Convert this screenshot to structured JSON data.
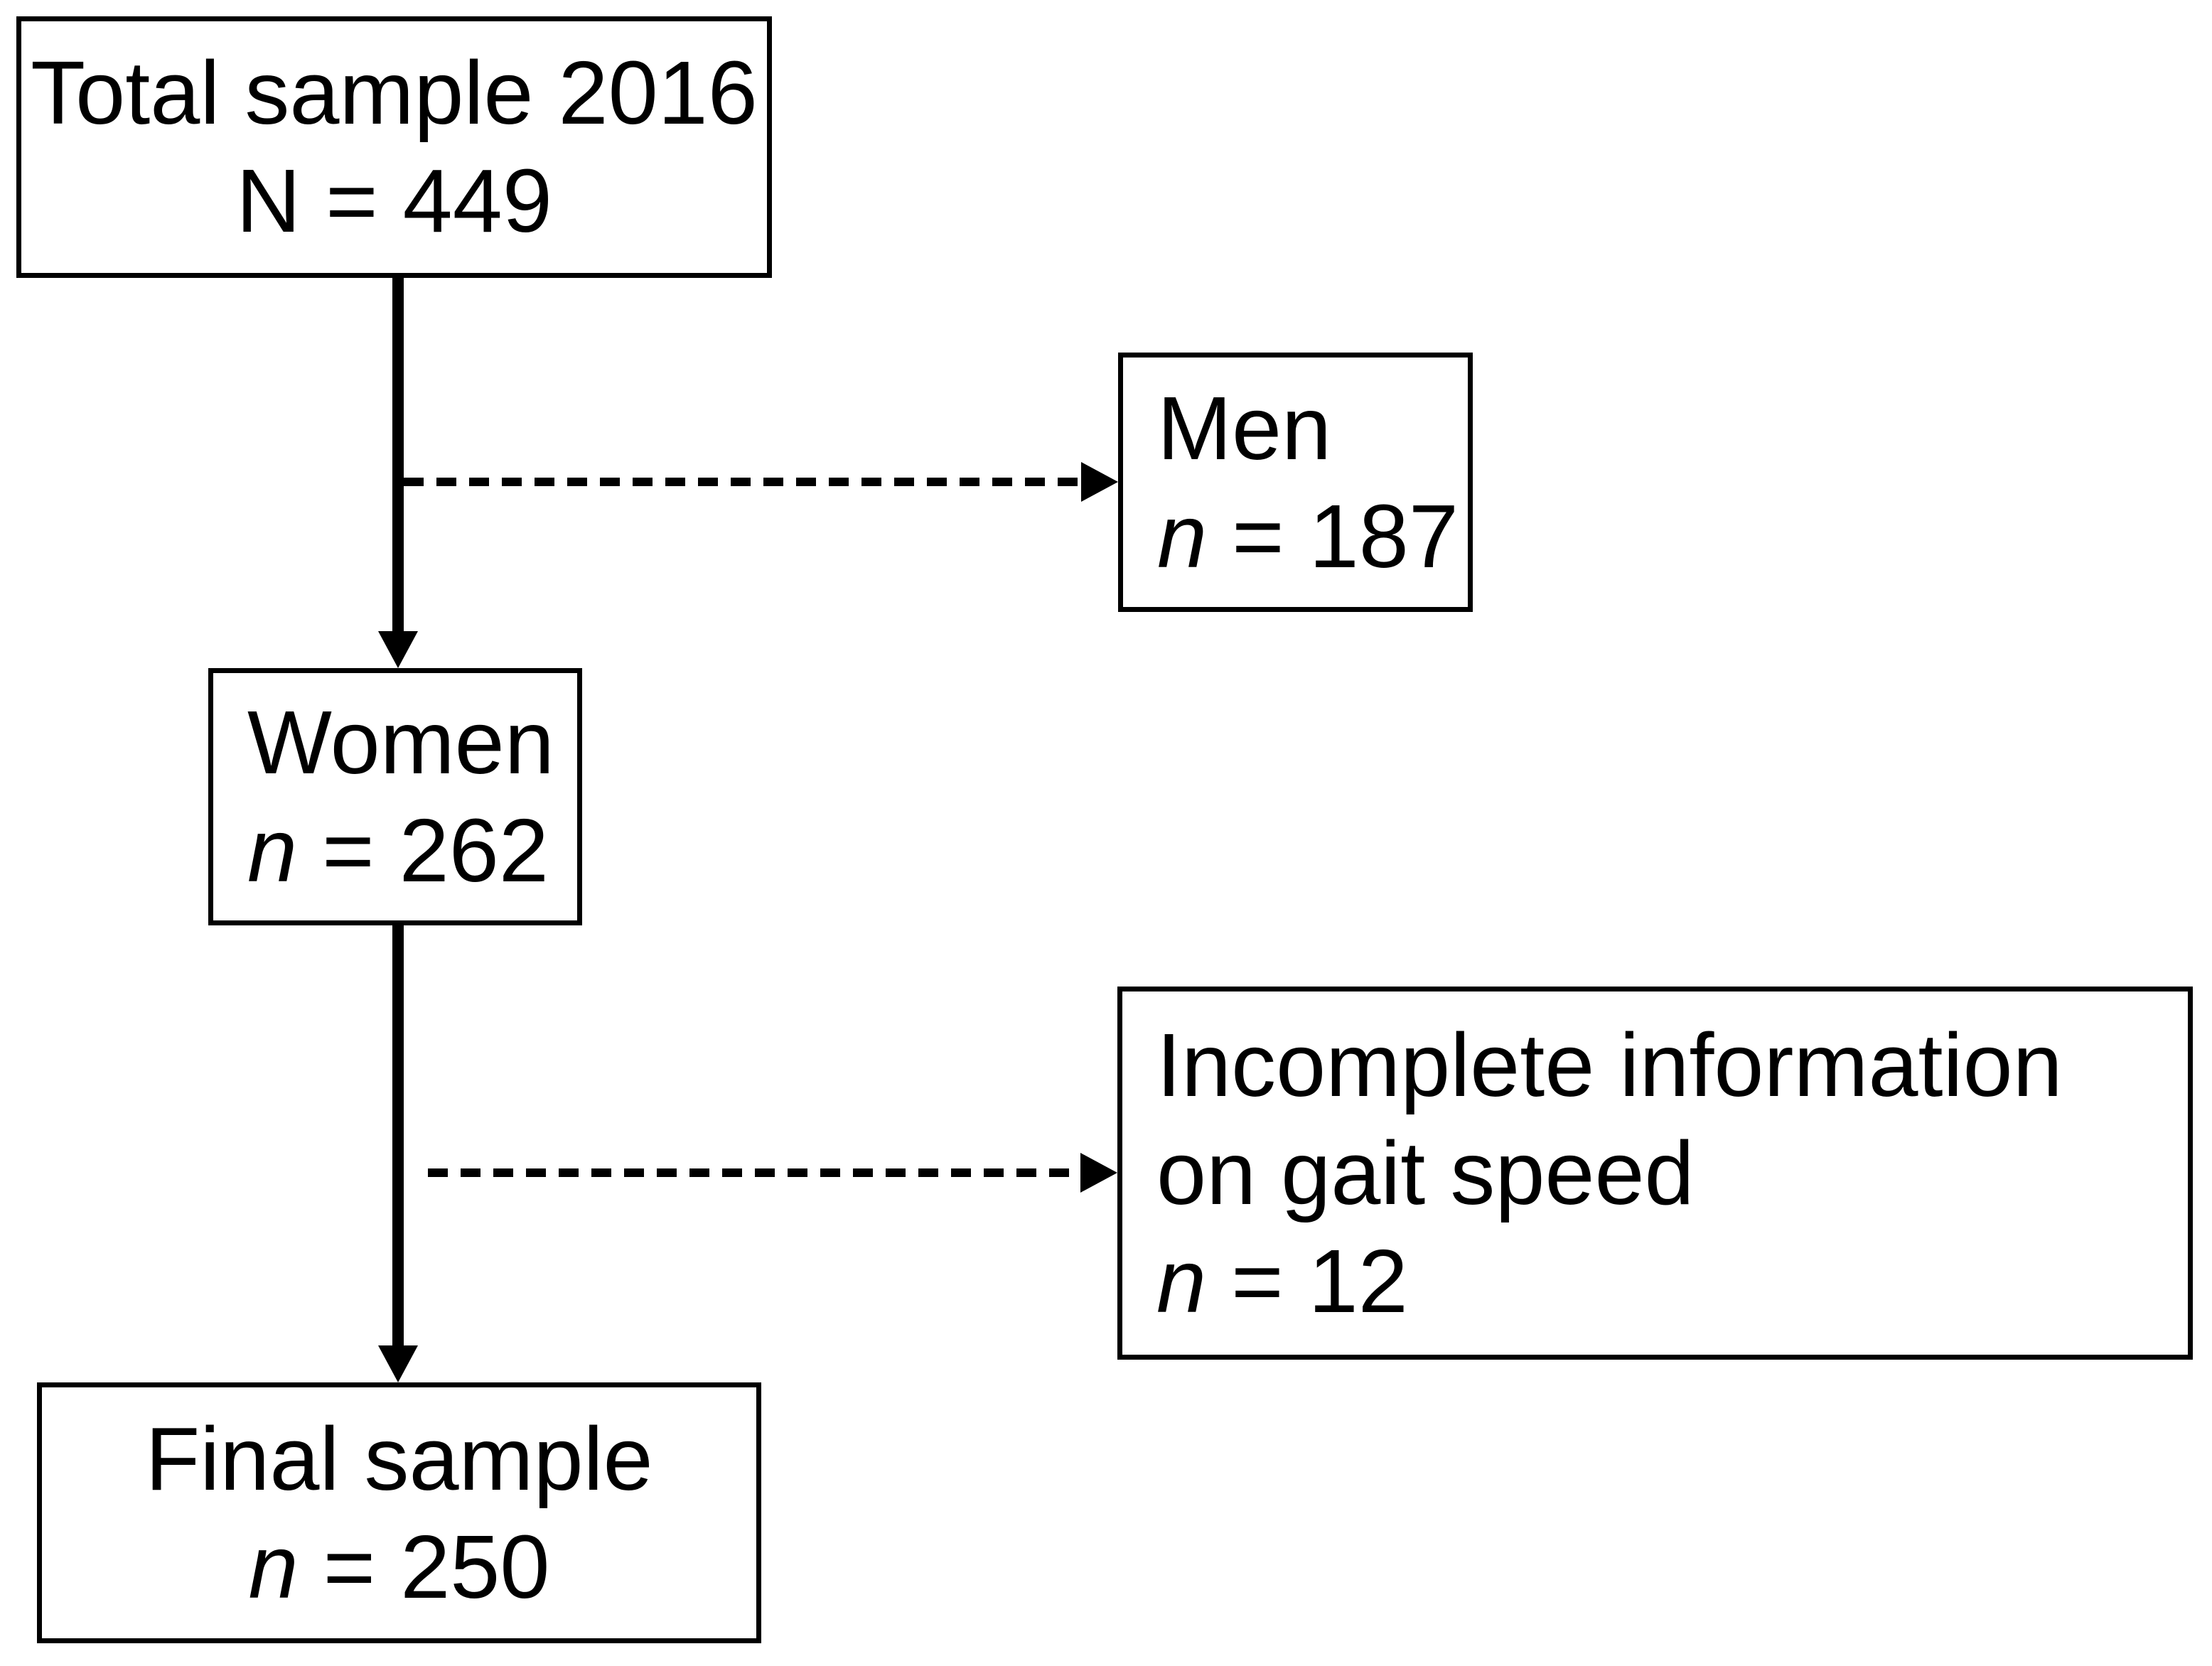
{
  "page": {
    "background_color": "#ffffff",
    "line_color": "#000000"
  },
  "nodes": {
    "total_sample": {
      "title": "Total sample 2016",
      "count_label": "N",
      "count_rest": " = 449"
    },
    "men": {
      "title": "Men",
      "count_label": "n",
      "count_rest": " = 187"
    },
    "women": {
      "title": "Women",
      "count_label": "n",
      "count_rest": " = 262"
    },
    "incomplete_info": {
      "title_line1": "Incomplete information",
      "title_line2": "on gait speed",
      "count_label": "n",
      "count_rest": " = 12"
    },
    "final_sample": {
      "title": "Final sample",
      "count_label": "n",
      "count_rest": " = 250"
    }
  },
  "edges": [
    {
      "from": "total_sample",
      "to": "women",
      "style": "solid"
    },
    {
      "from": "total_sample",
      "to": "men",
      "style": "dashed"
    },
    {
      "from": "women",
      "to": "final_sample",
      "style": "solid"
    },
    {
      "from": "women",
      "to": "incomplete_info",
      "style": "dashed"
    }
  ]
}
